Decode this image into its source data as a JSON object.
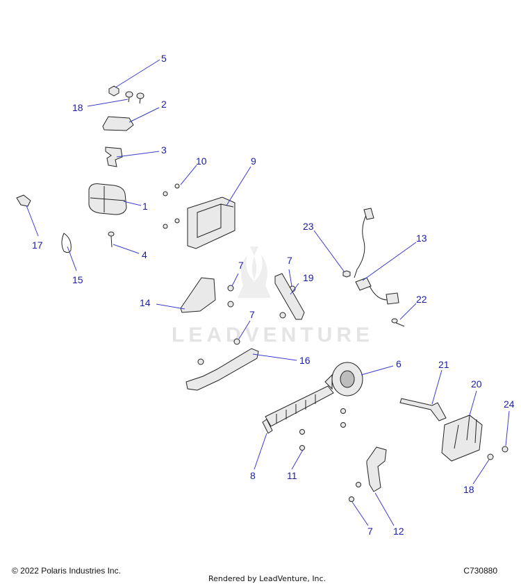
{
  "watermark": {
    "text": "LEADVENTURE"
  },
  "callouts": {
    "c1": "1",
    "c2": "2",
    "c3": "3",
    "c4": "4",
    "c5": "5",
    "c6": "6",
    "c7a": "7",
    "c7b": "7",
    "c7c": "7",
    "c7d": "7",
    "c8": "8",
    "c9": "9",
    "c10": "10",
    "c11": "11",
    "c12": "12",
    "c13": "13",
    "c14": "14",
    "c15": "15",
    "c16": "16",
    "c17": "17",
    "c18a": "18",
    "c18b": "18",
    "c19": "19",
    "c20": "20",
    "c21": "21",
    "c22": "22",
    "c23": "23",
    "c24": "24"
  },
  "footer": {
    "copyright": "© 2022 Polaris Industries Inc.",
    "rendered_by": "Rendered by LeadVenture, Inc.",
    "drawing_id": "C730880"
  },
  "colors": {
    "callout": "#1a1aa6",
    "leader": "#3a3ad0",
    "watermark": "#e4e4e4"
  }
}
